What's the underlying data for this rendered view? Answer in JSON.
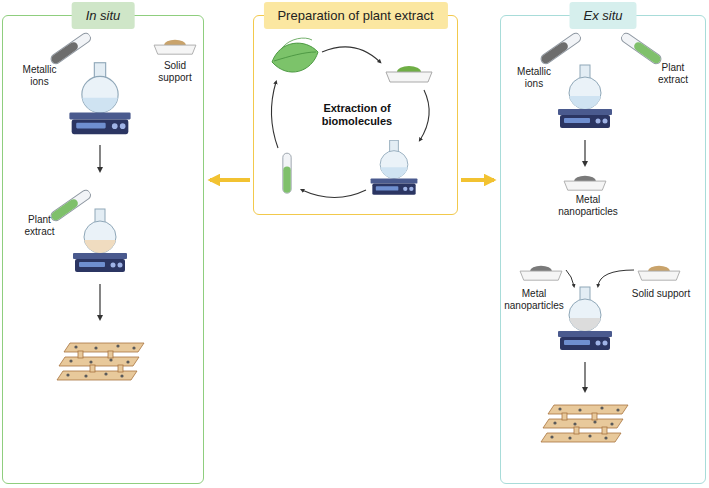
{
  "diagram": {
    "nodes": [
      {
        "text": [
          "In situ"
        ]
      },
      {
        "text": [
          "Preparation of plant extract",
          "Extraction of biomolecules"
        ]
      },
      {
        "text": [
          "Ex situ"
        ]
      }
    ],
    "edges": [
      {
        "from": 1,
        "to": 0,
        "arrow": "to"
      },
      {
        "from": 1,
        "to": 2,
        "arrow": "to"
      }
    ],
    "labels": [
      "Metallic ions",
      "Solid support",
      "Plant extract",
      "Metallic ions",
      "Plant extract",
      "Metal nanoparticles",
      "Metal nanoparticles",
      "Solid support"
    ]
  }
}
